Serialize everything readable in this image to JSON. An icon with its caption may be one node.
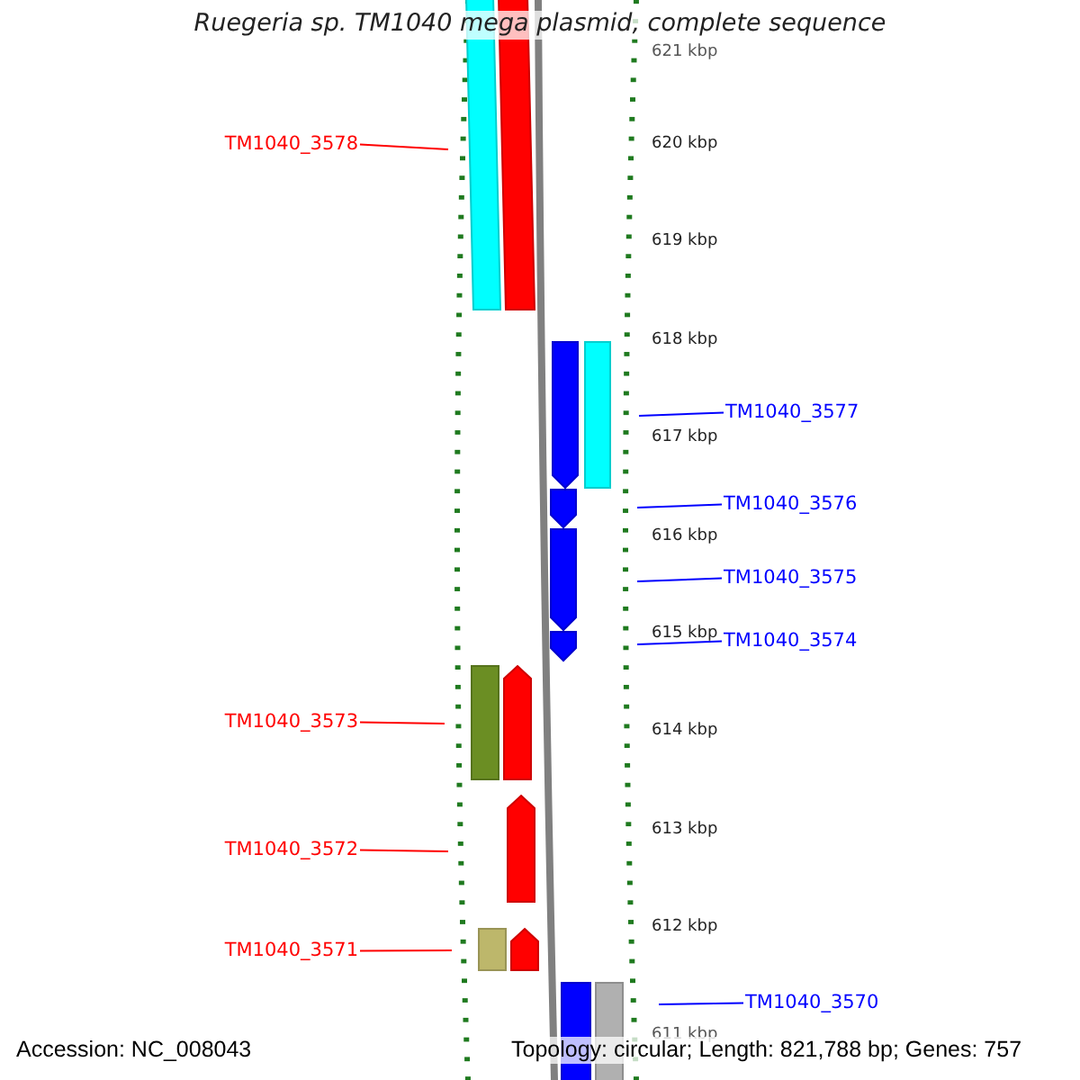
{
  "diagram": {
    "title": "Ruegeria sp. TM1040 mega plasmid, complete sequence",
    "nodes": [
      {
        "text": [
          "TM1040_3578"
        ]
      },
      {
        "text": [
          "TM1040_3577"
        ]
      },
      {
        "text": [
          "TM1040_3576"
        ]
      },
      {
        "text": [
          "TM1040_3575"
        ]
      },
      {
        "text": [
          "TM1040_3574"
        ]
      },
      {
        "text": [
          "TM1040_3573"
        ]
      },
      {
        "text": [
          "TM1040_3572"
        ]
      },
      {
        "text": [
          "TM1040_3571"
        ]
      },
      {
        "text": [
          "TM1040_3570"
        ]
      }
    ],
    "edges": [
      {
        "from": 0,
        "to": null,
        "arrow": "none",
        "color": "#ff0000"
      },
      {
        "from": 1,
        "to": null,
        "arrow": "none"
      },
      {
        "from": 2,
        "to": null,
        "arrow": "none"
      },
      {
        "from": 3,
        "to": null,
        "arrow": "none"
      },
      {
        "from": 4,
        "to": null,
        "arrow": "none"
      },
      {
        "from": 5,
        "to": null,
        "arrow": "none",
        "color": "#ff0000"
      },
      {
        "from": 6,
        "to": null,
        "arrow": "none",
        "color": "#ff0000"
      },
      {
        "from": 7,
        "to": null,
        "arrow": "none",
        "color": "#ff0000"
      },
      {
        "from": 8,
        "to": null,
        "arrow": "none"
      }
    ],
    "labels": [
      "621 kbp",
      "620 kbp",
      "619 kbp",
      "618 kbp",
      "617 kbp",
      "616 kbp",
      "615 kbp",
      "614 kbp",
      "613 kbp",
      "612 kbp",
      "611 kbp",
      "Accession: NC_008043",
      "Topology: circular; Length: 821,788 bp; Genes: 757"
    ]
  }
}
